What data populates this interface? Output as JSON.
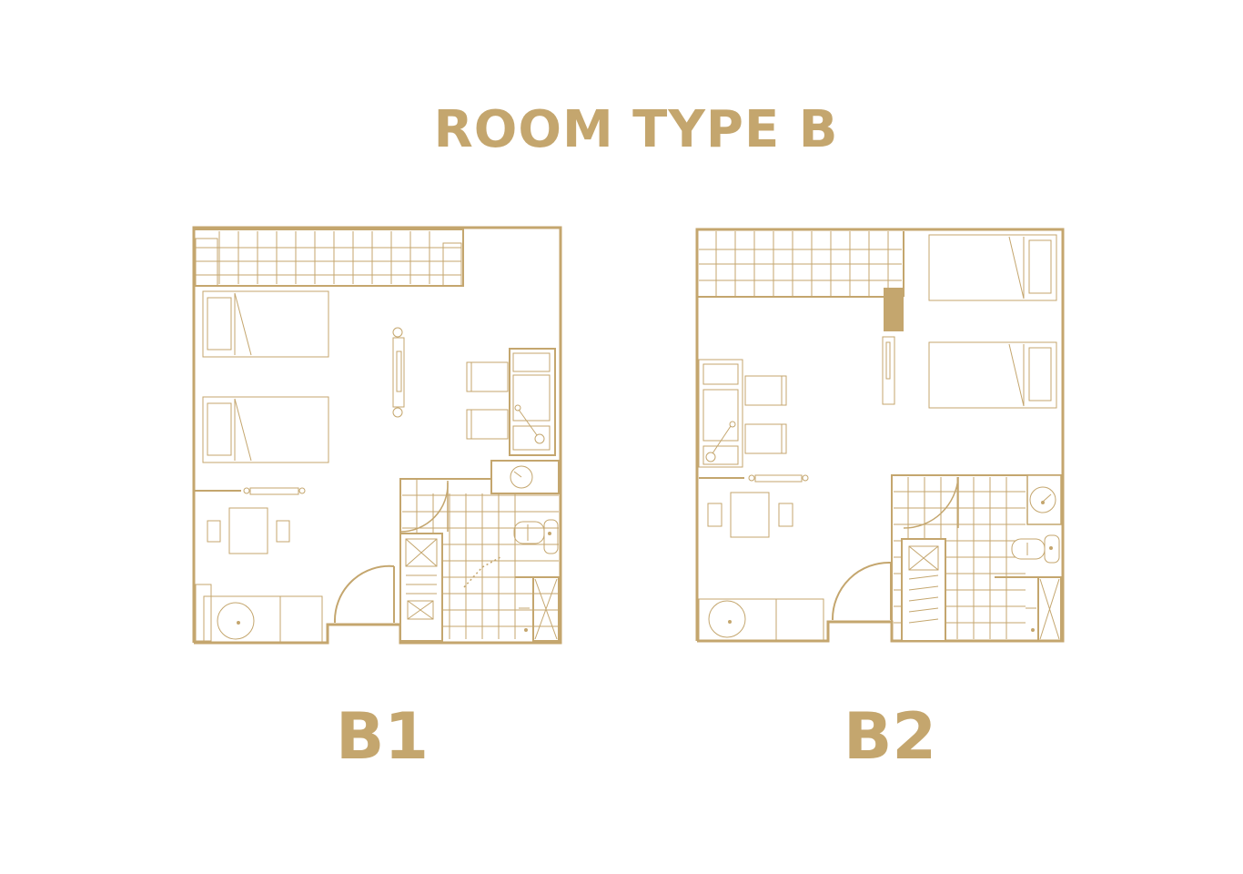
{
  "page": {
    "title": "ROOM TYPE B",
    "accent_color": "#c4a66e"
  },
  "plans": [
    {
      "id": "b1",
      "label": "B1"
    },
    {
      "id": "b2",
      "label": "B2"
    }
  ]
}
